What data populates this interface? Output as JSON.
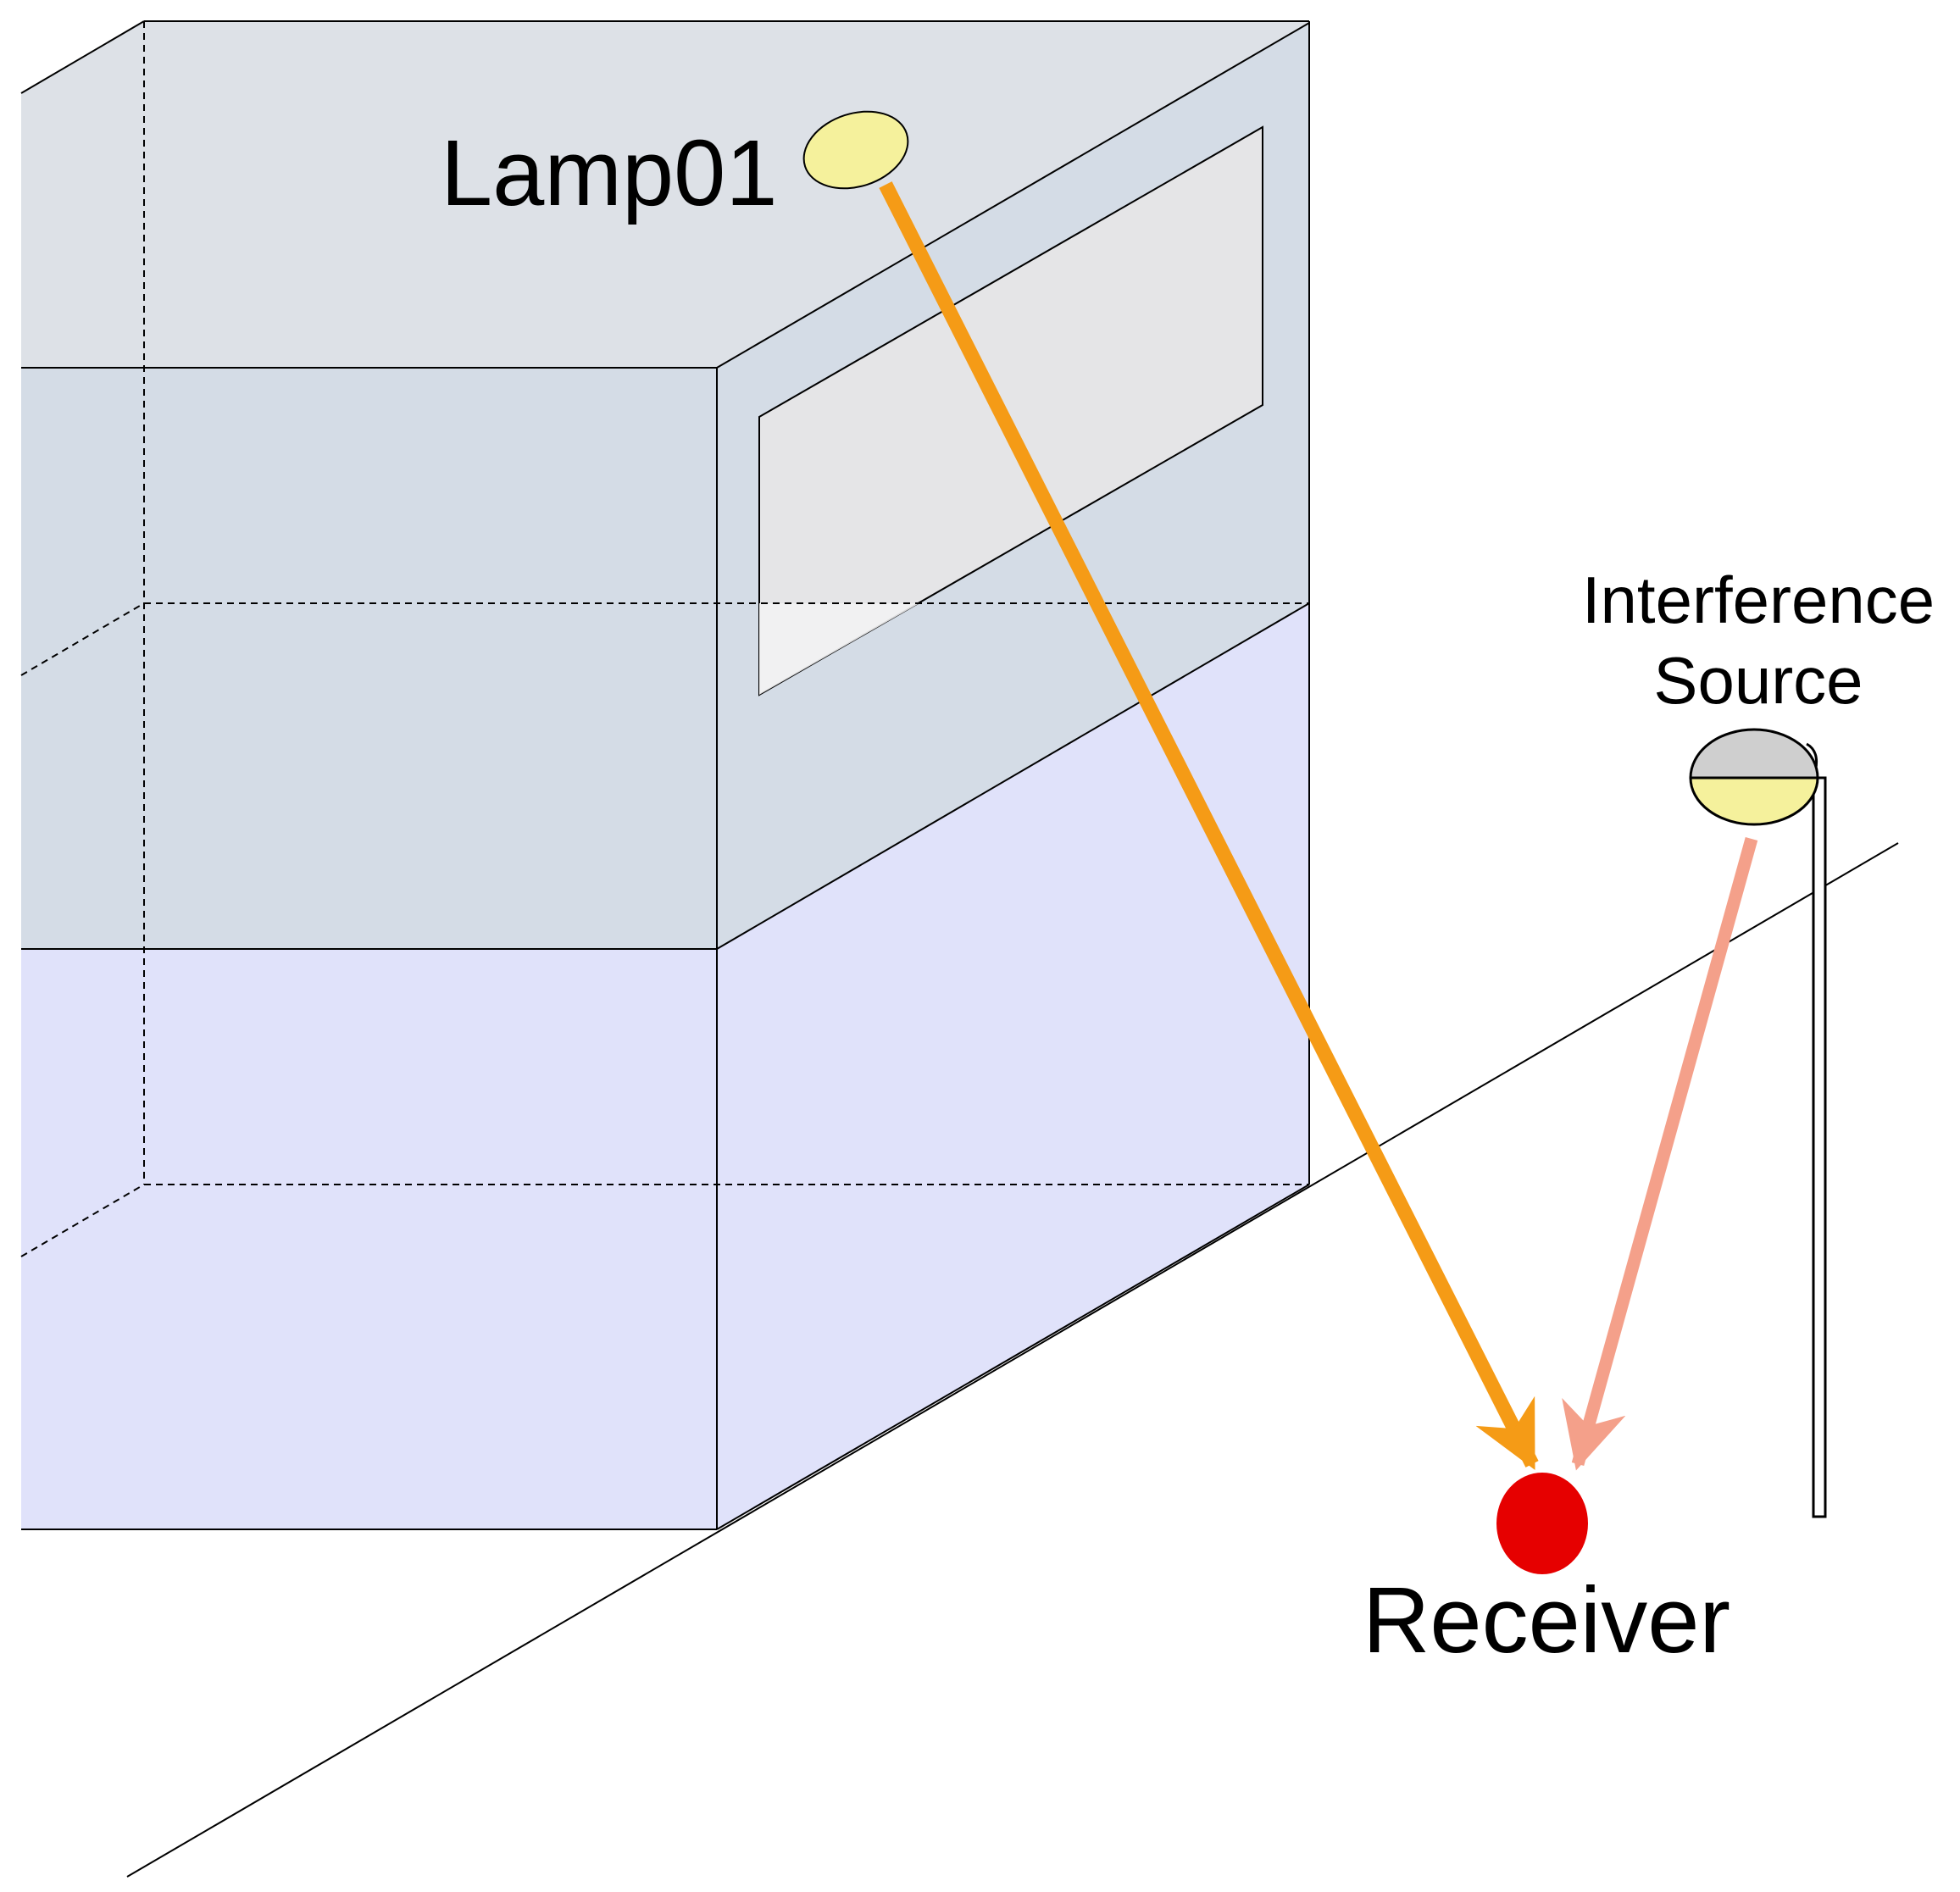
{
  "labels": {
    "lamp": "Lamp01",
    "interference_line1": "Interference",
    "interference_line2": "Source",
    "receiver": "Receiver"
  },
  "colors": {
    "upper_floor": "#d4dce6",
    "lower_floor": "#e0e2fa",
    "roof": "#dde1e7",
    "window": "#e5e5e7",
    "lamp_fill": "#f5f19c",
    "signal_arrow": "#f59b16",
    "interference_arrow": "#f4a08a",
    "receiver": "#e60000",
    "interference_cap": "#cfcfcf",
    "edge": "#000000"
  }
}
